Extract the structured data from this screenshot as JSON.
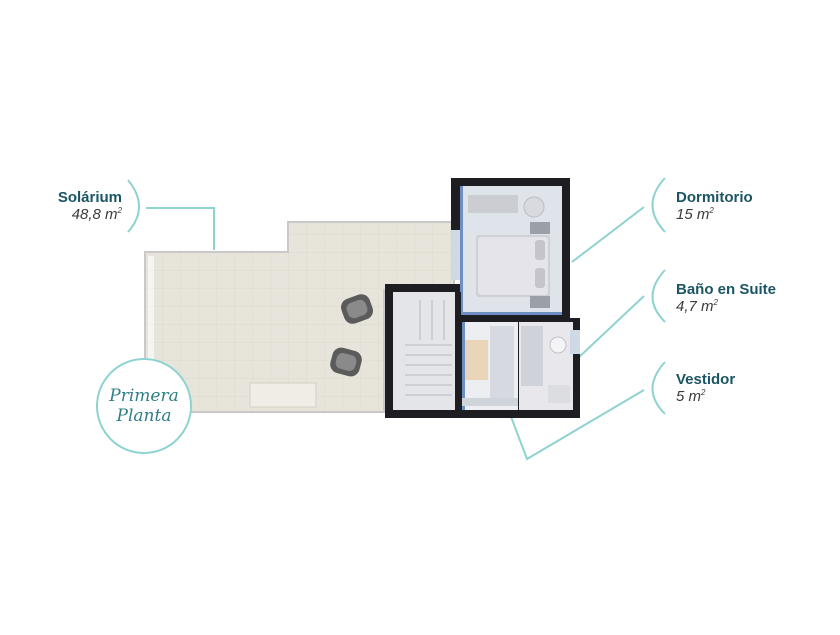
{
  "badge": {
    "line1": "Primera",
    "line2": "Planta"
  },
  "rooms": {
    "solarium": {
      "name": "Solárium",
      "area_value": "48,8 m",
      "area_unit_sup": "2"
    },
    "dormitorio": {
      "name": "Dormitorio",
      "area_value": "15 m",
      "area_unit_sup": "2"
    },
    "bano": {
      "name": "Baño en Suite",
      "area_value": "4,7 m",
      "area_unit_sup": "2"
    },
    "vestidor": {
      "name": "Vestidor",
      "area_value": "5 m",
      "area_unit_sup": "2"
    }
  },
  "colors": {
    "accent_line": "#8fd3d1",
    "label_name": "#1b5563",
    "wall": "#1e1e22",
    "floor_tile": "#e6e4da"
  }
}
